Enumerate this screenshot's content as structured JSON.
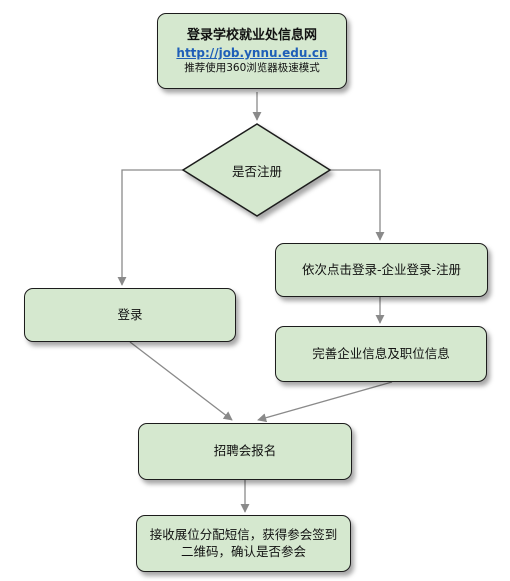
{
  "start": {
    "title": "登录学校就业处信息网",
    "url": "http://job.ynnu.edu.cn",
    "hint": "推荐使用360浏览器极速模式"
  },
  "decision": {
    "label": "是否注册"
  },
  "register_step": {
    "label": "依次点击登录-企业登录-注册"
  },
  "login_step": {
    "label": "登录"
  },
  "complete_info_step": {
    "label": "完善企业信息及职位信息"
  },
  "job_fair_step": {
    "label": "招聘会报名"
  },
  "final_step": {
    "line1": "接收展位分配短信，获得参会签到",
    "line2": "二维码，确认是否参会"
  },
  "colors": {
    "box_fill": "#d5e8cf",
    "border": "#1c1c1c",
    "arrow": "#8a8a8a",
    "link": "#1f5fb8"
  }
}
